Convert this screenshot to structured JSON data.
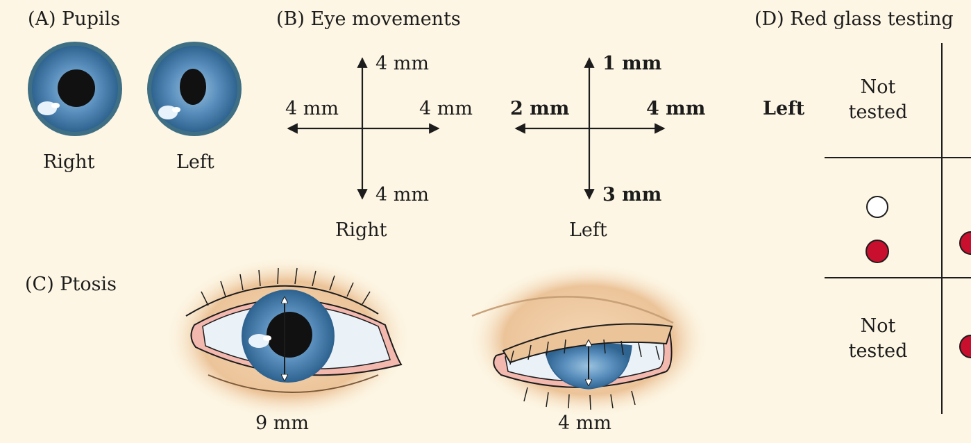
{
  "panels": {
    "pupils": {
      "title": "(A)  Pupils",
      "right_label": "Right",
      "left_label": "Left"
    },
    "eye_movements": {
      "title": "(B)  Eye movements",
      "right": {
        "up": "4 mm",
        "left": "4 mm",
        "right": "4 mm",
        "down": "4 mm",
        "caption": "Right"
      },
      "left": {
        "up": "1 mm",
        "left": "2 mm",
        "right": "4 mm",
        "down": "3 mm",
        "caption": "Left"
      }
    },
    "ptosis": {
      "title": "(C)  Ptosis",
      "right_measure": "9 mm",
      "left_measure": "4 mm"
    },
    "red_glass": {
      "title": "(D)  Red glass testing",
      "row_label": "Left",
      "top_cell": "Not\ntested",
      "bottom_cell": "Not\ntested"
    }
  },
  "colors": {
    "background": "#fdf6e4",
    "iris": "#4f86b4",
    "red_dot": "#c8102e",
    "skin": "#efc9a0"
  }
}
